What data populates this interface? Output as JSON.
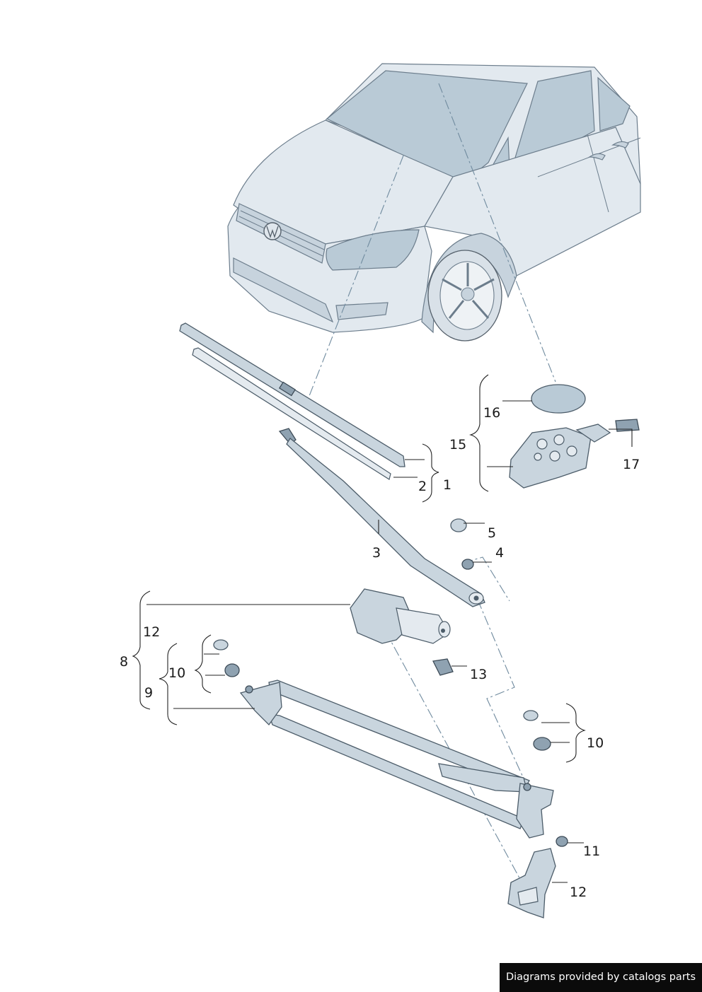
{
  "callouts": {
    "c1": "1",
    "c2": "2",
    "c3": "3",
    "c4": "4",
    "c5": "5",
    "c8": "8",
    "c9": "9",
    "c10a": "10",
    "c10b": "10",
    "c11": "11",
    "c12a": "12",
    "c12b": "12",
    "c13": "13",
    "c15": "15",
    "c16": "16",
    "c17": "17"
  },
  "footer": {
    "credit": "Diagrams provided by catalogs parts"
  },
  "colors": {
    "background": "#ffffff",
    "line_art": "#4c5c69",
    "part_fill": "#c9d5de",
    "credit_bg": "#0b0b0b",
    "credit_text": "#ffffff"
  }
}
